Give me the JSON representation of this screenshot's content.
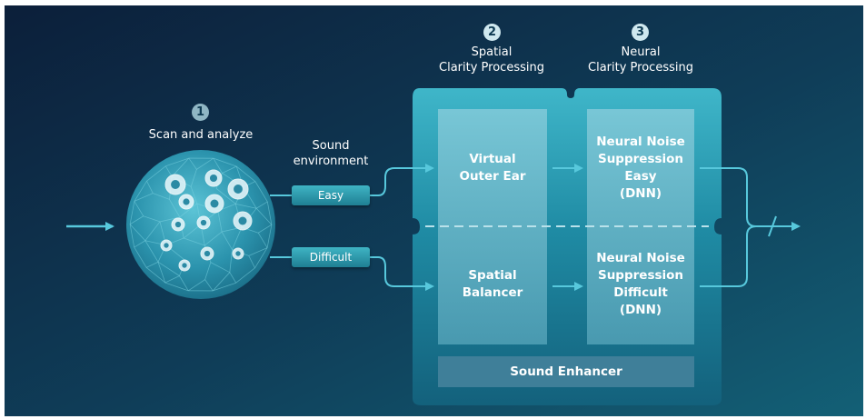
{
  "steps": {
    "step1": {
      "number": "1",
      "label": "Scan and analyze"
    },
    "step2": {
      "number": "2",
      "label": "Spatial\nClarity Processing"
    },
    "step3": {
      "number": "3",
      "label": "Neural\nClarity Processing"
    }
  },
  "sound_environment": {
    "label": "Sound\nenvironment",
    "options": [
      "Easy",
      "Difficult"
    ]
  },
  "blocks": {
    "virtual_outer_ear": "Virtual\nOuter Ear",
    "spatial_balancer": "Spatial\nBalancer",
    "nns_easy": "Neural Noise\nSuppression\nEasy\n(DNN)",
    "nns_difficult": "Neural Noise\nSuppression\nDifficult\n(DNN)",
    "sound_enhancer": "Sound Enhancer"
  },
  "colors": {
    "background_dark": "#0c2a44",
    "background_light": "#12506a",
    "accent": "#3fc0d4",
    "panel": "#1d8fa8",
    "block": "#5fb7c9"
  }
}
